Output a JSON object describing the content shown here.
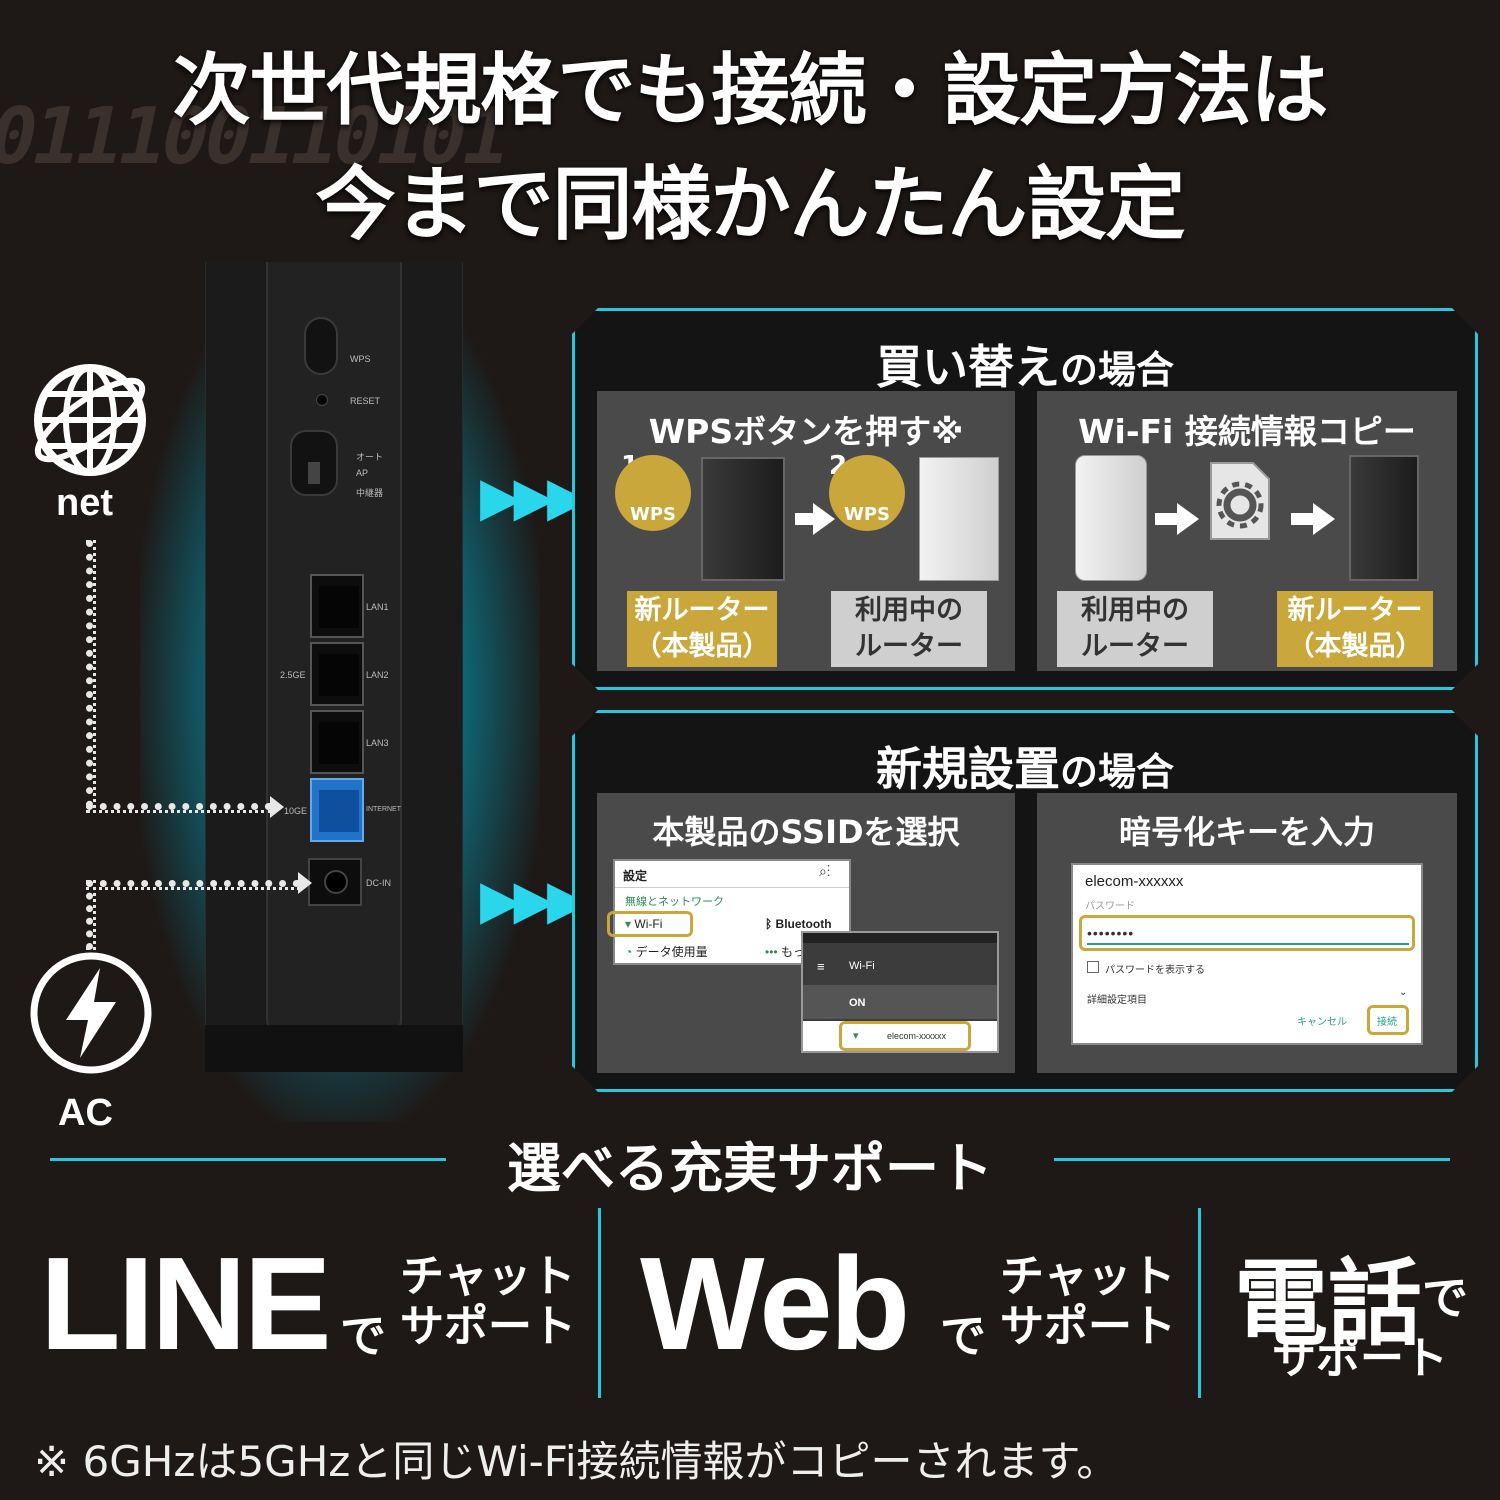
{
  "background_code": "011100110101",
  "headline": {
    "line1": "次世代規格でも接続・設定方法は",
    "line2": "今まで同様かんたん設定"
  },
  "router": {
    "wps_label": "WPS",
    "reset_label": "RESET",
    "mode_labels": [
      "オート",
      "AP",
      "中継器"
    ],
    "ports": [
      "LAN1",
      "LAN2",
      "LAN3",
      "INTERNET"
    ],
    "speed_25": "2.5GE",
    "speed_10": "10GE",
    "dcin": "DC-IN"
  },
  "icons": {
    "net_label": "net",
    "ac_label": "AC"
  },
  "replace_panel": {
    "title_main": "買い替え",
    "title_suffix": "の場合",
    "wps_title": "WPSボタンを押す※",
    "wps_badge": "WPS",
    "step1": "1",
    "step2": "2",
    "new_router_l1": "新ルーター",
    "new_router_l2": "（本製品）",
    "current_router_l1": "利用中の",
    "current_router_l2": "ルーター",
    "copy_title": "Wi-Fi 接続情報コピー"
  },
  "new_panel": {
    "title_main": "新規設置",
    "title_suffix": "の場合",
    "ssid_title": "本製品のSSIDを選択",
    "key_title": "暗号化キーを入力",
    "settings_screen": {
      "title": "設定",
      "section": "無線とネットワーク",
      "wifi": "Wi-Fi",
      "bluetooth": "Bluetooth",
      "data_usage": "データ使用量",
      "more": "もっ"
    },
    "wifi_screen": {
      "title": "Wi-Fi",
      "on": "ON",
      "ssid": "elecom-xxxxxx"
    },
    "password_screen": {
      "ssid": "elecom-xxxxxx",
      "password_label": "パスワード",
      "password_value": "••••••••",
      "show_password": "パスワードを表示する",
      "advanced": "詳細設定項目",
      "cancel": "キャンセル",
      "connect": "接続"
    }
  },
  "support": {
    "title": "選べる充実サポート",
    "line": "LINE",
    "web": "Web",
    "phone": "電話",
    "de": "で",
    "chat": "チャット",
    "support_word": "サポート"
  },
  "footnote": "※ 6GHzは5GHzと同じWi-Fi接続情報がコピーされます。",
  "colors": {
    "accent_cyan": "#27c8de",
    "gold": "#c9a73a",
    "background": "#1e1816"
  }
}
